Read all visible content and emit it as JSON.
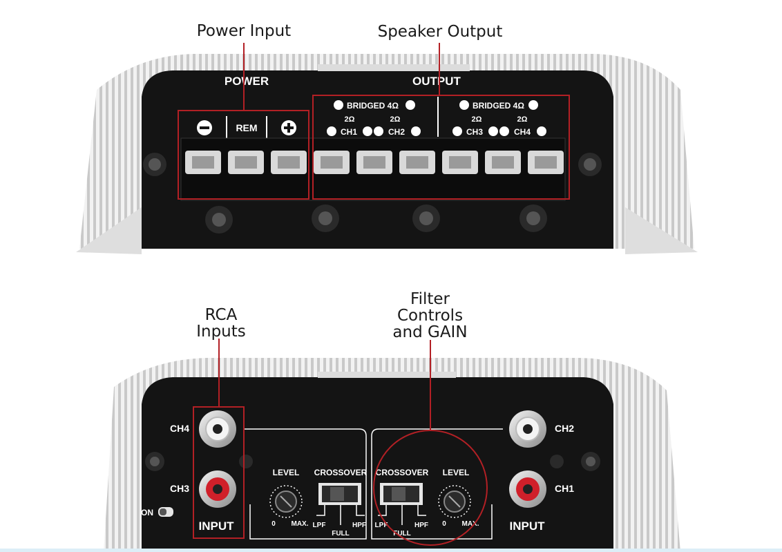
{
  "callouts": {
    "power_input": "Power Input",
    "speaker_output": "Speaker Output",
    "rca_inputs_line1": "RCA",
    "rca_inputs_line2": "Inputs",
    "filter_line1": "Filter",
    "filter_line2": "Controls",
    "filter_line3": "and GAIN"
  },
  "top_panel": {
    "power_label": "POWER",
    "output_label": "OUTPUT",
    "rem_label": "REM",
    "bridged_label": "BRIDGED 4Ω",
    "ohm2": "2Ω",
    "ch1": "CH1",
    "ch2": "CH2",
    "ch3": "CH3",
    "ch4": "CH4"
  },
  "bottom_panel": {
    "ch4": "CH4",
    "ch3": "CH3",
    "ch2": "CH2",
    "ch1": "CH1",
    "input_left": "INPUT",
    "input_right": "INPUT",
    "on_label": "ON",
    "level_left": "LEVEL",
    "level_right": "LEVEL",
    "crossover_left": "CROSSOVER",
    "crossover_right": "CROSSOVER",
    "zero": "0",
    "max": "MAX.",
    "lpf": "LPF",
    "full": "FULL",
    "hpf": "HPF"
  },
  "colors": {
    "panel": "#141414",
    "heatsink": "#e6e6e6",
    "callout_line": "#b32025",
    "rca_red": "#d0202a"
  }
}
